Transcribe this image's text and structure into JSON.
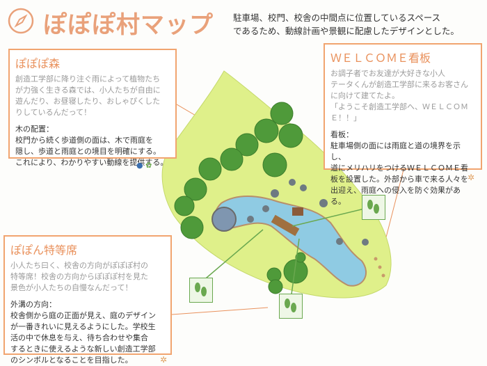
{
  "header": {
    "title": "ぽぽぽ村マップ",
    "intro": "駐車場、校門、校舎の中間点に位置しているスペース\nであるため、動線計画や景観に配慮したデザインとした。"
  },
  "boxes": {
    "mori": {
      "title": "ぽぽぽ森",
      "sub": "創造工学部に降り注ぐ雨によって植物たち\nが力強く生きる森では、小人たちが自由に\n遊んだり、お昼寝したり、おしゃぴくした\nりしているんだって！",
      "body": "木の配置：\n校門から続く歩道側の面は、木で雨庭を\n隠し、歩道と雨庭との境目を明確にする。\nこれにより、わかりやすい動線を提供する。"
    },
    "kanban": {
      "title": "ＷＥＬＣＯＭＥ看板",
      "sub": "お調子者でお友達が大好きな小人\nテータくんが創造工学部に来るお客さん\nに向けて建てたよ。\n「ようこそ創造工学部へ、ＷＥＬＣＯＭ\nＥ！！」",
      "body": "看板：\n駐車場側の面には雨庭と道の境界を示し、\n道にメリハリをつけるＷＥＬＣＯＭＥ看\n板を設置した。外部から車で来る人々を\n出迎え、雨庭への侵入を防ぐ効果がある。"
    },
    "toku": {
      "title": "ぽぽん特等席",
      "sub": "小人たち曰く、校舎の方向がぽぽぽ村の\n特等席！校舎の方向からぽぽぽ村を見た\n景色が小人たちの自慢なんだって！",
      "body": "外溝の方向：\n校舎側から庭の正面が見え、庭のデザイン\nが一番きれいに見えるようにした。学校生\n活の中で休息を与え、待ち合わせや集合\nするときに使えるような新しい創造工学部\nのシンボルとなることを目指した。"
    }
  },
  "colors": {
    "accent": "#f1a46f",
    "title": "#e9a17a",
    "grass": "#dff08a",
    "tree": "#4f9a3a",
    "water": "#8fcbe3",
    "foot": "#6aa84f"
  },
  "icons": [
    "compass-icon",
    "footprint-icon",
    "gear-icon",
    "people-icon"
  ]
}
